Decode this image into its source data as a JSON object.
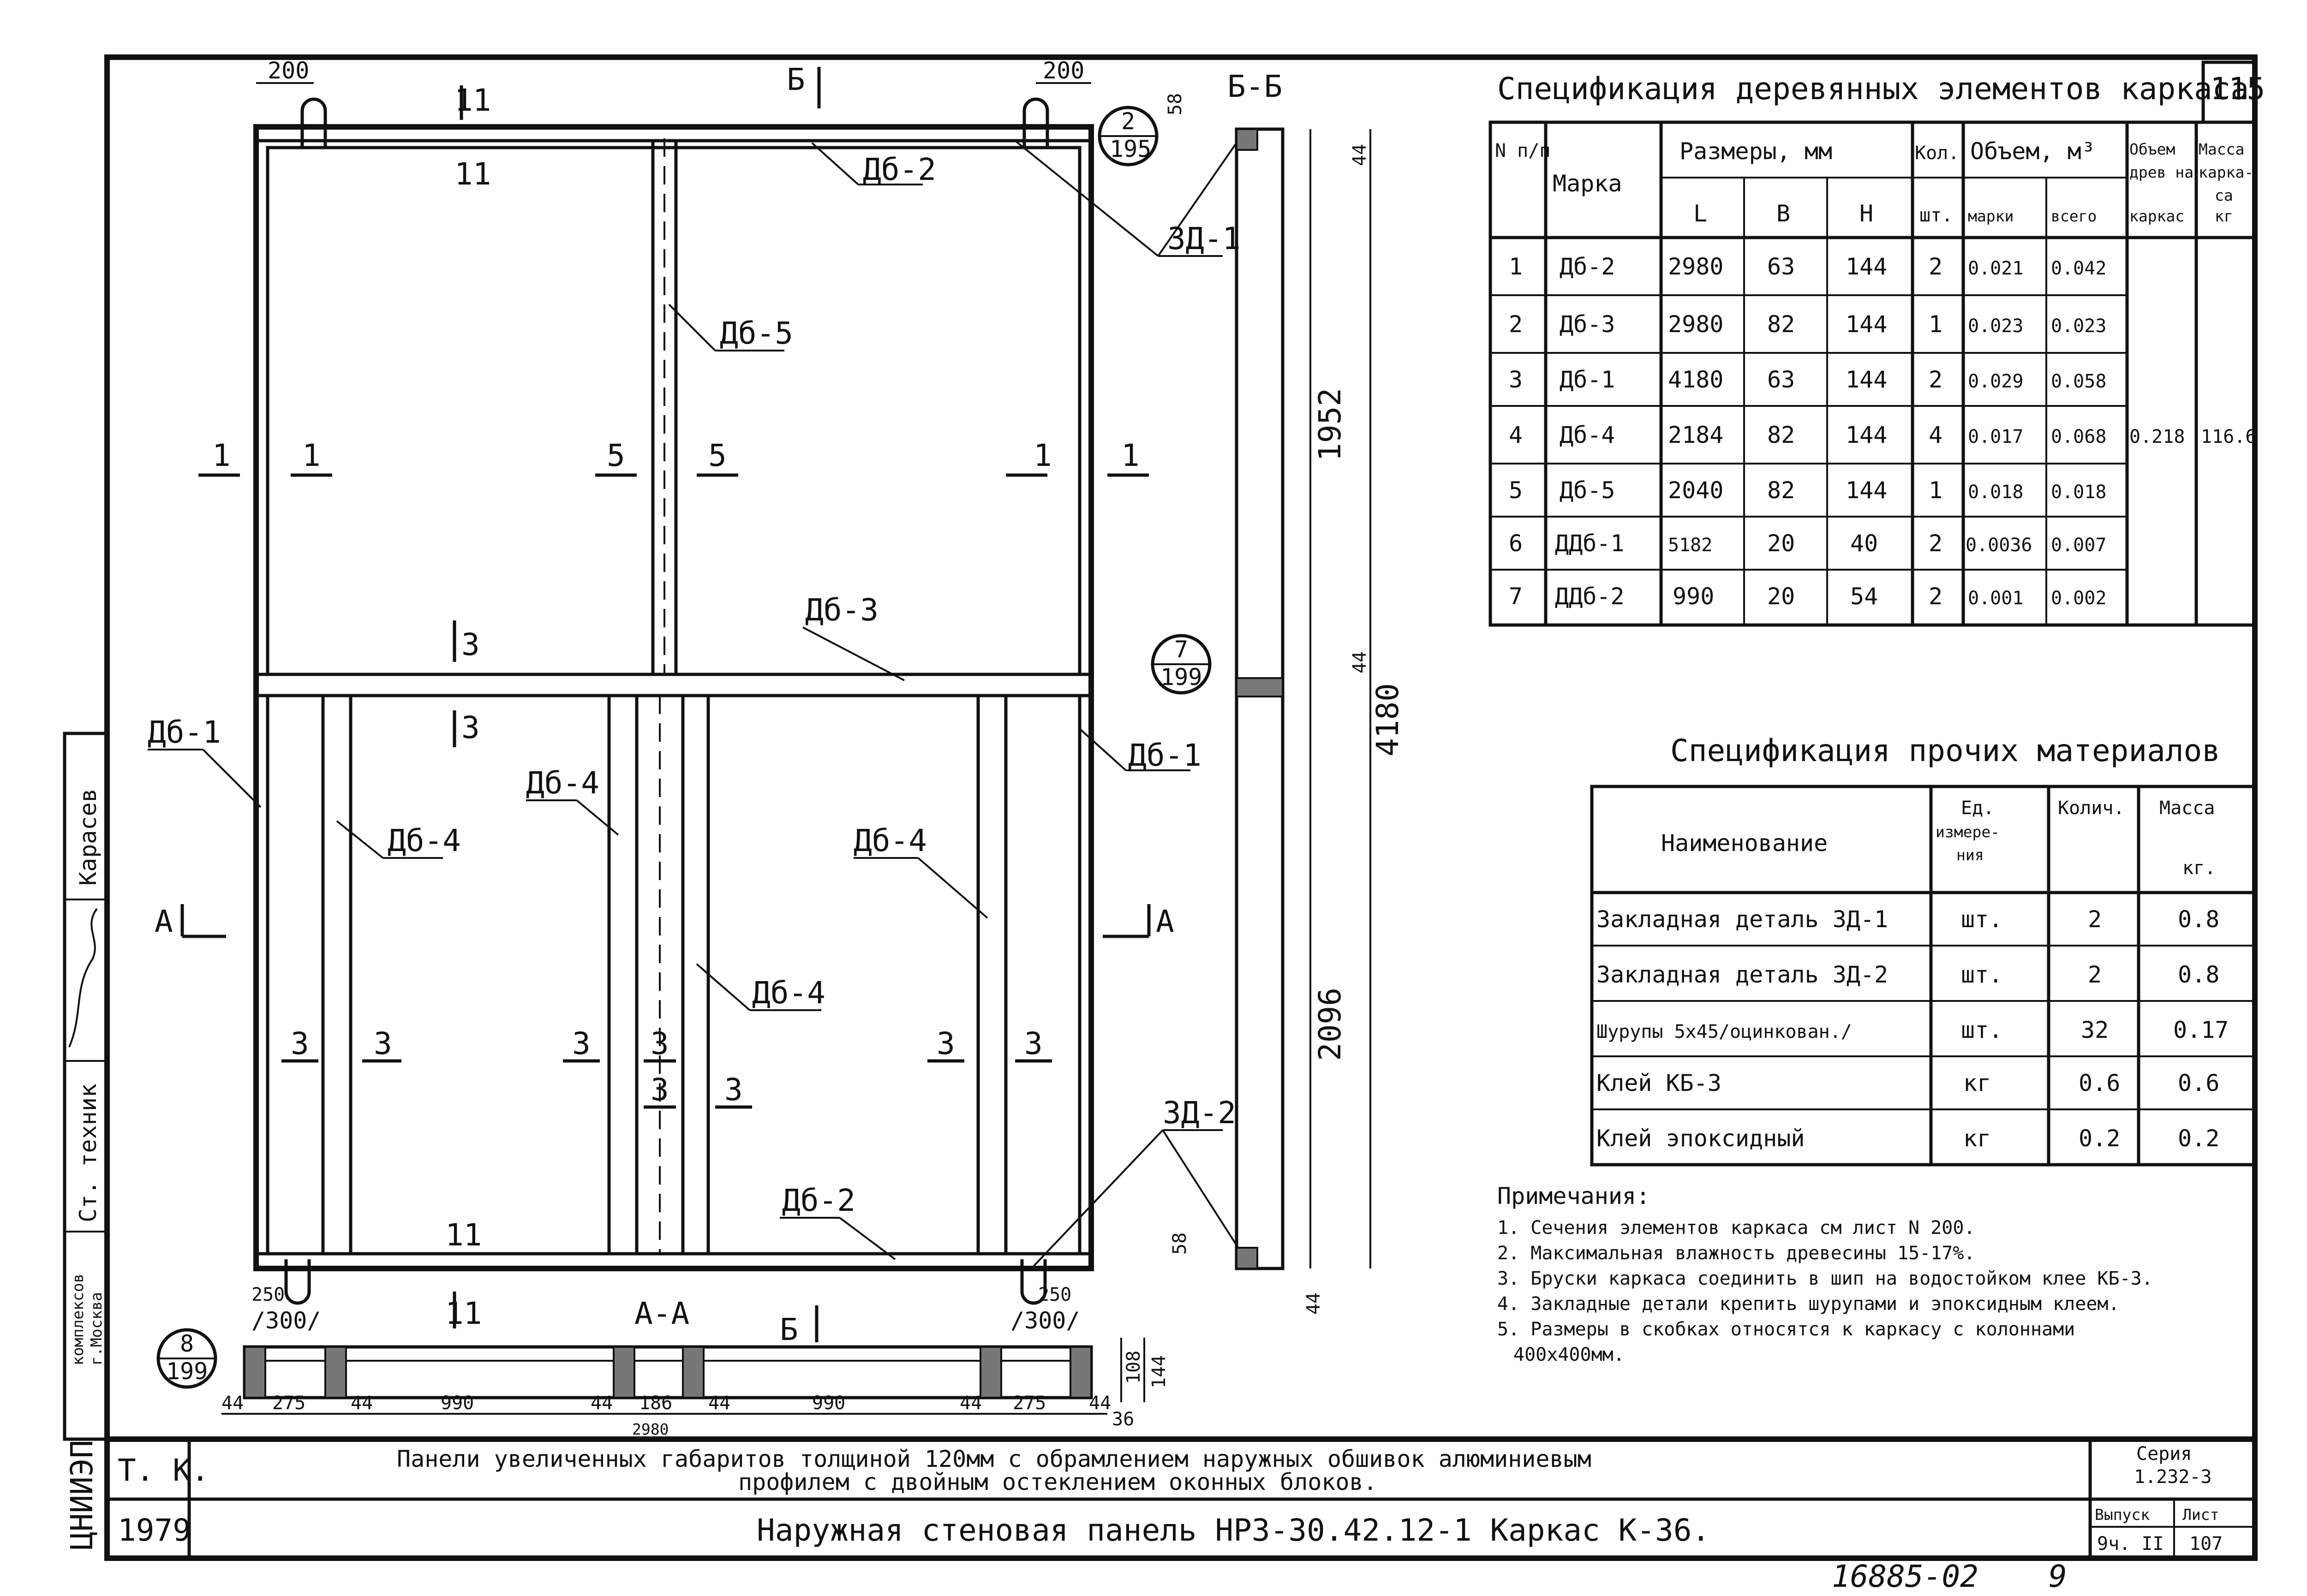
{
  "sheet_number": "115",
  "main_view": {
    "dim_top_left": "200",
    "dim_top_right": "200",
    "section_top_letter": "Б",
    "cuts": {
      "c11": "11",
      "c1": "1",
      "c5": "5",
      "c3": "3",
      "cA": "A"
    },
    "marks": {
      "db1": "Дб-1",
      "db2": "Дб-2",
      "db3": "Дб-3",
      "db4": "Дб-4",
      "db5": "Дб-5",
      "zd1": "ЗД-1",
      "zd2": "ЗД-2"
    },
    "callouts": [
      {
        "top": "2",
        "bottom": "195"
      },
      {
        "top": "7",
        "bottom": "199"
      },
      {
        "top": "8",
        "bottom": "199"
      }
    ]
  },
  "section_bb": {
    "title": "Б-Б",
    "dims": {
      "d58": "58",
      "d44": "44",
      "d1952": "1952",
      "d4180": "4180",
      "d2096": "2096"
    }
  },
  "section_aa": {
    "title": "A-A",
    "label_b": "Б",
    "dim_250": "250",
    "dim_300": "/300/",
    "dims_bottom": [
      "44",
      "275",
      "44",
      "990",
      "44",
      "186",
      "44",
      "990",
      "44",
      "275",
      "44"
    ],
    "dim_2980": "2980",
    "dims_side": [
      "108",
      "144",
      "36"
    ]
  },
  "wood_spec": {
    "title": "Спецификация деревянных элементов каркаса",
    "header": {
      "num": "N п/п",
      "mark": "Марка",
      "sizes": "Размеры, мм",
      "l": "L",
      "b": "B",
      "h": "H",
      "qty": "Кол.",
      "qty_unit": "шт.",
      "vol": "Объем, м³",
      "vol_mark": "марки",
      "vol_all": "всего",
      "vol_wood_a": "Объем",
      "vol_wood_b": "древ на",
      "vol_wood_c": "каркас",
      "mass_a": "Масса",
      "mass_b": "карка-",
      "mass_c": "са",
      "mass_d": "кг"
    },
    "rows": [
      {
        "n": "1",
        "mark": "Дб-2",
        "l": "2980",
        "b": "63",
        "h": "144",
        "qty": "2",
        "vm": "0.021",
        "va": "0.042"
      },
      {
        "n": "2",
        "mark": "Дб-3",
        "l": "2980",
        "b": "82",
        "h": "144",
        "qty": "1",
        "vm": "0.023",
        "va": "0.023"
      },
      {
        "n": "3",
        "mark": "Дб-1",
        "l": "4180",
        "b": "63",
        "h": "144",
        "qty": "2",
        "vm": "0.029",
        "va": "0.058"
      },
      {
        "n": "4",
        "mark": "Дб-4",
        "l": "2184",
        "b": "82",
        "h": "144",
        "qty": "4",
        "vm": "0.017",
        "va": "0.068"
      },
      {
        "n": "5",
        "mark": "Дб-5",
        "l": "2040",
        "b": "82",
        "h": "144",
        "qty": "1",
        "vm": "0.018",
        "va": "0.018"
      },
      {
        "n": "6",
        "mark": "ДДб-1",
        "l": "5182",
        "b": "20",
        "h": "40",
        "qty": "2",
        "vm": "0.0036",
        "va": "0.007"
      },
      {
        "n": "7",
        "mark": "ДДб-2",
        "l": "990",
        "b": "20",
        "h": "54",
        "qty": "2",
        "vm": "0.001",
        "va": "0.002"
      }
    ],
    "total_volume": "0.218",
    "total_mass": "116.6"
  },
  "other_spec": {
    "title": "Спецификация прочих материалов",
    "header": {
      "name": "Наименование",
      "unit_a": "Ед.",
      "unit_b": "измере-",
      "unit_c": "ния",
      "qty": "Колич.",
      "mass_a": "Масса",
      "mass_b": "кг."
    },
    "rows": [
      {
        "name": "Закладная деталь ЗД-1",
        "unit": "шт.",
        "qty": "2",
        "mass": "0.8"
      },
      {
        "name": "Закладная деталь ЗД-2",
        "unit": "шт.",
        "qty": "2",
        "mass": "0.8"
      },
      {
        "name": "Шурупы 5х45/оцинкован./",
        "unit": "шт.",
        "qty": "32",
        "mass": "0.17"
      },
      {
        "name": "Клей КБ-3",
        "unit": "кг",
        "qty": "0.6",
        "mass": "0.6"
      },
      {
        "name": "Клей эпоксидный",
        "unit": "кг",
        "qty": "0.2",
        "mass": "0.2"
      }
    ]
  },
  "notes": {
    "title": "Примечания:",
    "items": [
      "1. Сечения элементов каркаса см лист N 200.",
      "2. Максимальная влажность древесины 15-17%.",
      "3. Бруски каркаса соединить в шип на водостойком клее КБ-3.",
      "4. Закладные детали крепить шурупами и эпоксидным клеем.",
      "5. Размеры в скобках относятся к каркасу с колоннами",
      "400х400мм."
    ]
  },
  "title_block": {
    "code": "Т. К.",
    "year": "1979",
    "subtitle_line1": "Панели увеличенных габаритов толщиной 120мм с обрамлением наружных обшивок алюминиевым",
    "subtitle_line2": "профилем с двойным остеклением оконных блоков.",
    "title": "Наружная стеновая панель НРЗ-30.42.12-1 Каркас К-36.",
    "series_label": "Серия",
    "series_value": "1.232-3",
    "issue_label": "Выпуск",
    "issue_value": "9ч. II",
    "sheet_label": "Лист",
    "sheet_value": "107"
  },
  "side_stamp": {
    "org": "ЦНИИЭП",
    "org_sub": "комплексов",
    "city": "г.Москва",
    "role1": "Ст. техник",
    "person": "Карасев"
  },
  "bottom_marks": {
    "left": "16885-02",
    "right": "9"
  }
}
